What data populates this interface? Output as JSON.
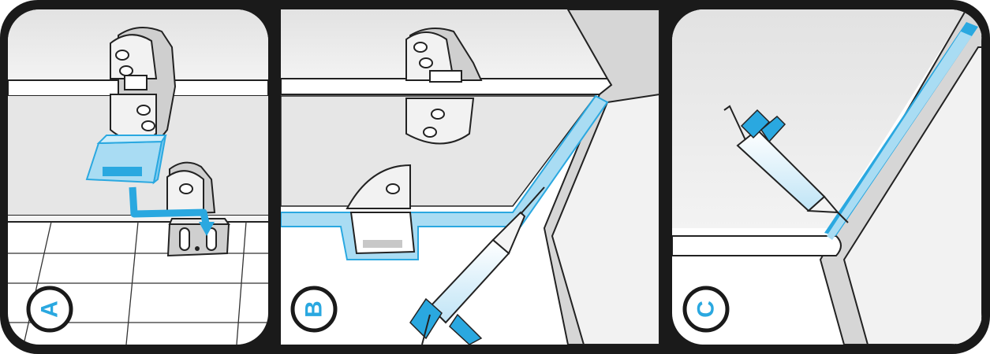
{
  "panels": [
    {
      "id": "A",
      "label": "A"
    },
    {
      "id": "B",
      "label": "B"
    },
    {
      "id": "C",
      "label": "C"
    }
  ],
  "colors": {
    "frame": "#1a1a1a",
    "accent_blue": "#2aa8e0",
    "light_blue": "#a9dcf3",
    "pale_blue": "#cfeefb",
    "glass_gray": "#e4e4e4",
    "wall_gray": "#d6d6d6",
    "white": "#ffffff"
  }
}
